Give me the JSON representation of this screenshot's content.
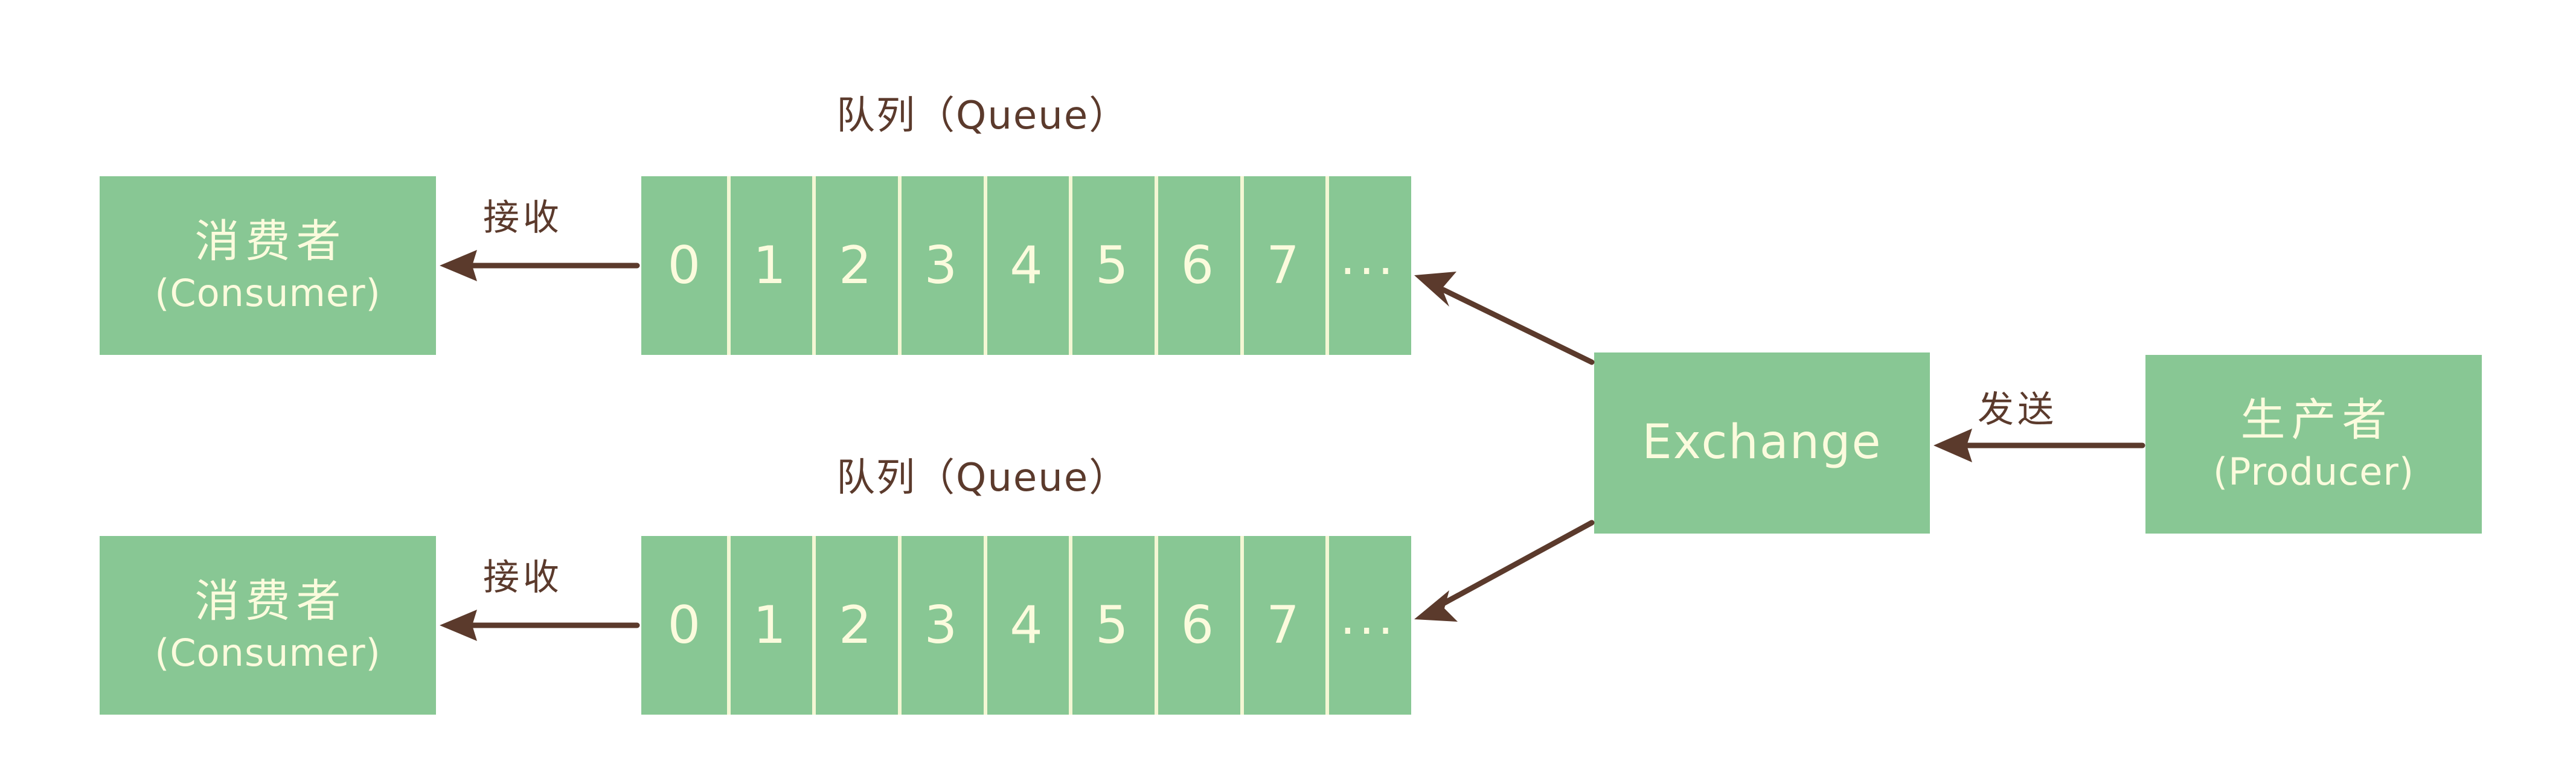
{
  "theme": {
    "background": "#ffffff",
    "box_fill": "#88c794",
    "box_text": "#fbfbdd",
    "ink": "#5b3a2c",
    "cell_divider": "#f4f7d4"
  },
  "diagram": {
    "title_top_queue": "队列（Queue）",
    "title_bottom_queue": "队列（Queue）",
    "consumer_top": {
      "cn": "消费者",
      "en": "(Consumer)"
    },
    "consumer_bottom": {
      "cn": "消费者",
      "en": "(Consumer)"
    },
    "exchange": {
      "label": "Exchange"
    },
    "producer": {
      "cn": "生产者",
      "en": "(Producer)"
    },
    "arrow_receive_top": "接收",
    "arrow_receive_bottom": "接收",
    "arrow_send": "发送",
    "queue_cells_top": [
      "0",
      "1",
      "2",
      "3",
      "4",
      "5",
      "6",
      "7",
      "..."
    ],
    "queue_cells_bottom": [
      "0",
      "1",
      "2",
      "3",
      "4",
      "5",
      "6",
      "7",
      "..."
    ]
  }
}
